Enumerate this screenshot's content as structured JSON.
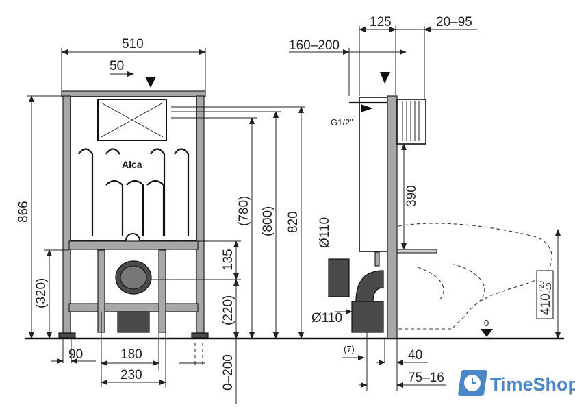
{
  "front_view": {
    "brand": "Alca",
    "dims": {
      "width": "510",
      "offset": "50",
      "height": "866",
      "h320": "(320)",
      "h780": "(780)",
      "h800": "(800)",
      "h820": "820",
      "h135": "135",
      "h220": "(220)",
      "h0_200": "0–200",
      "w90": "90",
      "w180": "180",
      "w230": "230"
    }
  },
  "side_view": {
    "dims": {
      "d125": "125",
      "d20_95": "20–95",
      "d160_200": "160–200",
      "thread": "G1/2\"",
      "d390": "390",
      "pipe_upper": "Ø110",
      "pipe_lower": "Ø110",
      "d7": "(7)",
      "d40": "40",
      "d75_16": "75–16",
      "zero": "0",
      "h410": "410",
      "h410_tol_plus": "+20",
      "h410_tol_minus": "-10"
    }
  },
  "watermark": {
    "text": "TimeShop",
    "color": "#4a86c8"
  }
}
